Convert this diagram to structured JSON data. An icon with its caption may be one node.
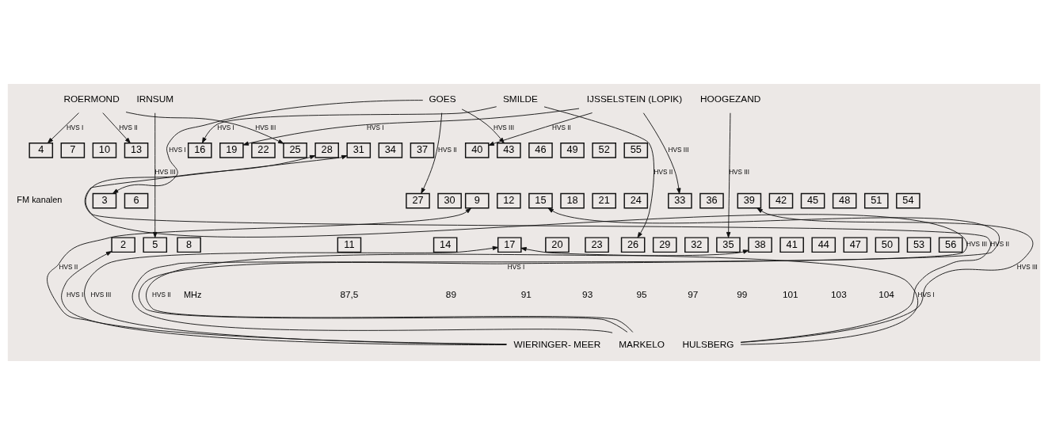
{
  "diagram": {
    "nodes": [
      {
        "text": [
          "IRNSUM"
        ]
      },
      {
        "text": [
          "HOOGEZAND"
        ]
      },
      {
        "text": [
          "GOES"
        ]
      },
      {
        "text": [
          "IJSSELSTEIN (LOPIK)"
        ]
      },
      {
        "text": [
          "SMILDE"
        ]
      },
      {
        "text": [
          "ROERMOND"
        ]
      },
      {
        "text": [
          "4"
        ]
      },
      {
        "text": [
          "7"
        ]
      },
      {
        "text": [
          "10"
        ]
      },
      {
        "text": [
          "13"
        ]
      },
      {
        "text": [
          "16"
        ]
      },
      {
        "text": [
          "19"
        ]
      },
      {
        "text": [
          "22"
        ]
      },
      {
        "text": [
          "25"
        ]
      },
      {
        "text": [
          "28"
        ]
      },
      {
        "text": [
          "31"
        ]
      },
      {
        "text": [
          "34"
        ]
      },
      {
        "text": [
          "37"
        ]
      },
      {
        "text": [
          "40"
        ]
      },
      {
        "text": [
          "43"
        ]
      },
      {
        "text": [
          "46"
        ]
      },
      {
        "text": [
          "49"
        ]
      },
      {
        "text": [
          "52"
        ]
      },
      {
        "text": [
          "55"
        ]
      },
      {
        "text": [
          "3"
        ]
      },
      {
        "text": [
          "6"
        ]
      },
      {
        "text": [
          "9"
        ]
      },
      {
        "text": [
          "12"
        ]
      },
      {
        "text": [
          "15"
        ]
      },
      {
        "text": [
          "18"
        ]
      },
      {
        "text": [
          "21"
        ]
      },
      {
        "text": [
          "24"
        ]
      },
      {
        "text": [
          "27"
        ]
      },
      {
        "text": [
          "30"
        ]
      },
      {
        "text": [
          "33"
        ]
      },
      {
        "text": [
          "36"
        ]
      },
      {
        "text": [
          "39"
        ]
      },
      {
        "text": [
          "42"
        ]
      },
      {
        "text": [
          "45"
        ]
      },
      {
        "text": [
          "48"
        ]
      },
      {
        "text": [
          "51"
        ]
      },
      {
        "text": [
          "54"
        ]
      },
      {
        "text": [
          "2"
        ]
      },
      {
        "text": [
          "5"
        ]
      },
      {
        "text": [
          "8"
        ]
      },
      {
        "text": [
          "11"
        ]
      },
      {
        "text": [
          "14"
        ]
      },
      {
        "text": [
          "17"
        ]
      },
      {
        "text": [
          "20"
        ]
      },
      {
        "text": [
          "23"
        ]
      },
      {
        "text": [
          "26"
        ]
      },
      {
        "text": [
          "29"
        ]
      },
      {
        "text": [
          "32"
        ]
      },
      {
        "text": [
          "35"
        ]
      },
      {
        "text": [
          "38"
        ]
      },
      {
        "text": [
          "41"
        ]
      },
      {
        "text": [
          "44"
        ]
      },
      {
        "text": [
          "47"
        ]
      },
      {
        "text": [
          "50"
        ]
      },
      {
        "text": [
          "53"
        ]
      },
      {
        "text": [
          "56"
        ]
      },
      {
        "text": [
          "MARKELO"
        ]
      },
      {
        "text": [
          "WIERINGER- MEER"
        ]
      },
      {
        "text": [
          "HULSBERG"
        ]
      }
    ],
    "edges": [
      {
        "from": 0,
        "to": 43,
        "arrow": "to",
        "label": "HVS III"
      },
      {
        "from": 1,
        "to": 53,
        "arrow": "to",
        "label": "HVS III"
      },
      {
        "from": 2,
        "to": 24,
        "arrow": "to",
        "label": "HVS I"
      },
      {
        "from": 2,
        "to": 32,
        "arrow": "to",
        "label": "HVS II"
      },
      {
        "from": 2,
        "to": 19,
        "arrow": "to",
        "label": "HVS III"
      },
      {
        "from": 3,
        "to": 11,
        "arrow": "to",
        "label": "HVS I"
      },
      {
        "from": 3,
        "to": 34,
        "arrow": "to",
        "label": "HVS III"
      },
      {
        "from": 3,
        "to": 18,
        "arrow": "to",
        "label": "HVS II"
      },
      {
        "from": 4,
        "to": 10,
        "arrow": "to",
        "label": "HVS I"
      },
      {
        "from": 4,
        "to": 50,
        "arrow": "to",
        "label": "HVS II"
      },
      {
        "from": 5,
        "to": 6,
        "arrow": "to",
        "label": "HVS I"
      },
      {
        "from": 5,
        "to": 9,
        "arrow": "to",
        "label": "HVS II"
      },
      {
        "from": 5,
        "to": 13,
        "arrow": "to",
        "label": "HVS III"
      },
      {
        "from": 61,
        "to": 28,
        "arrow": "to",
        "label": "HVS I"
      },
      {
        "from": 61,
        "to": 15,
        "arrow": "to",
        "label": "HVS III"
      },
      {
        "from": 61,
        "to": 54,
        "arrow": "to",
        "label": "HVS II"
      },
      {
        "from": 62,
        "to": 42,
        "arrow": "to",
        "label": "HVS I"
      },
      {
        "from": 62,
        "to": 26,
        "arrow": "to",
        "label": "HVS II"
      },
      {
        "from": 62,
        "to": 47,
        "arrow": "to",
        "label": "HVS III"
      },
      {
        "from": 63,
        "to": 47,
        "arrow": "to",
        "label": "HVS I"
      },
      {
        "from": 63,
        "to": 14,
        "arrow": "to",
        "label": "HVS II"
      },
      {
        "from": 63,
        "to": 36,
        "arrow": "to",
        "label": "HVS III"
      }
    ],
    "labels": [
      "FM kanalen",
      "MHz",
      "87,5",
      "89",
      "91",
      "93",
      "95",
      "97",
      "99",
      "101",
      "103",
      "104"
    ]
  }
}
